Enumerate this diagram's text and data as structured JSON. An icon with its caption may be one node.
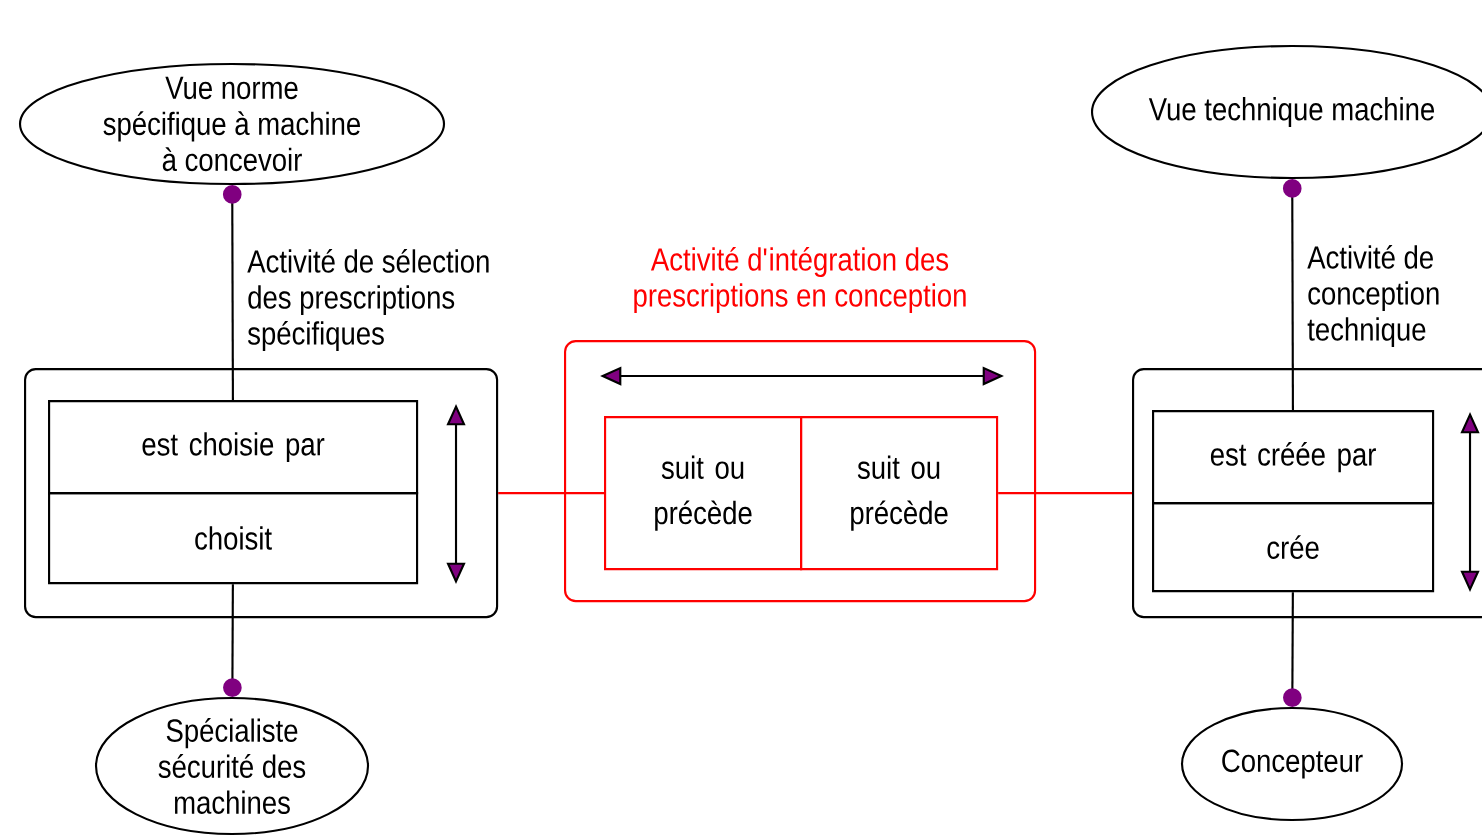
{
  "diagram": {
    "nodes": [
      {
        "text": [
          "Vue norme spécifique à machine à concevoir"
        ]
      },
      {
        "text": [
          "Activité de sélection des prescriptions spécifiques"
        ]
      },
      {
        "text": [
          "est choisie par"
        ],
        "in": 1
      },
      {
        "text": [
          "choisit"
        ],
        "in": 1
      },
      {
        "text": [
          "Spécialiste sécurité des machines"
        ]
      },
      {
        "text": [
          "Activité d'intégration des prescriptions en conception"
        ]
      },
      {
        "text": [
          "suit ou précède"
        ],
        "in": 5
      },
      {
        "text": [
          "suit ou précède"
        ],
        "in": 5
      },
      {
        "text": [
          "Vue technique machine"
        ]
      },
      {
        "text": [
          "Activité de conception technique"
        ]
      },
      {
        "text": [
          "est créée par"
        ],
        "in": 9
      },
      {
        "text": [
          "crée"
        ],
        "in": 9
      },
      {
        "text": [
          "Concepteur"
        ]
      }
    ],
    "edges": [
      {
        "from": 0,
        "to": 2,
        "arrow": "other"
      },
      {
        "from": 4,
        "to": 3,
        "arrow": "other"
      },
      {
        "from": 1,
        "to": 6,
        "arrow": "none",
        "color": "#ff0000"
      },
      {
        "from": 7,
        "to": 9,
        "arrow": "none",
        "color": "#ff0000"
      },
      {
        "from": 8,
        "to": 10,
        "arrow": "other"
      },
      {
        "from": 12,
        "to": 11,
        "arrow": "other"
      }
    ]
  }
}
